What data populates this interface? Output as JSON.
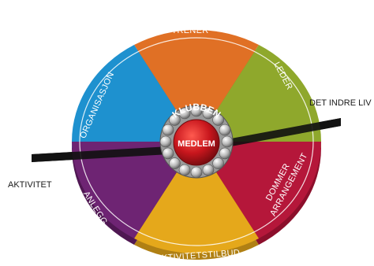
{
  "diagram": {
    "center": {
      "label": "MEDLEM",
      "ring_label": "KLUBBEN"
    },
    "segments": [
      {
        "label": "TRENER",
        "color": "#E07025",
        "rim": "#B45416"
      },
      {
        "label": "LEDER",
        "color": "#8FA82C",
        "rim": "#6F8220"
      },
      {
        "label": "DOMMER",
        "label2": "ARRANGEMENT",
        "color": "#B5173A",
        "rim": "#8C0F2B"
      },
      {
        "label": "AKTIVITETSTILBUD",
        "color": "#E5A81B",
        "rim": "#B08014"
      },
      {
        "label": "ANLEGG",
        "color": "#6E2473",
        "rim": "#4F1752"
      },
      {
        "label": "ORGANISASJON",
        "color": "#1E91CF",
        "rim": "#156C9C"
      }
    ],
    "side_labels": {
      "left": "AKTIVITET",
      "right": "DET INDRE LIV"
    },
    "colors": {
      "rim_dark": "#5a5a5a",
      "ball": "#c8c8c8",
      "center_core": "#c8161d",
      "band": "#222222"
    }
  }
}
